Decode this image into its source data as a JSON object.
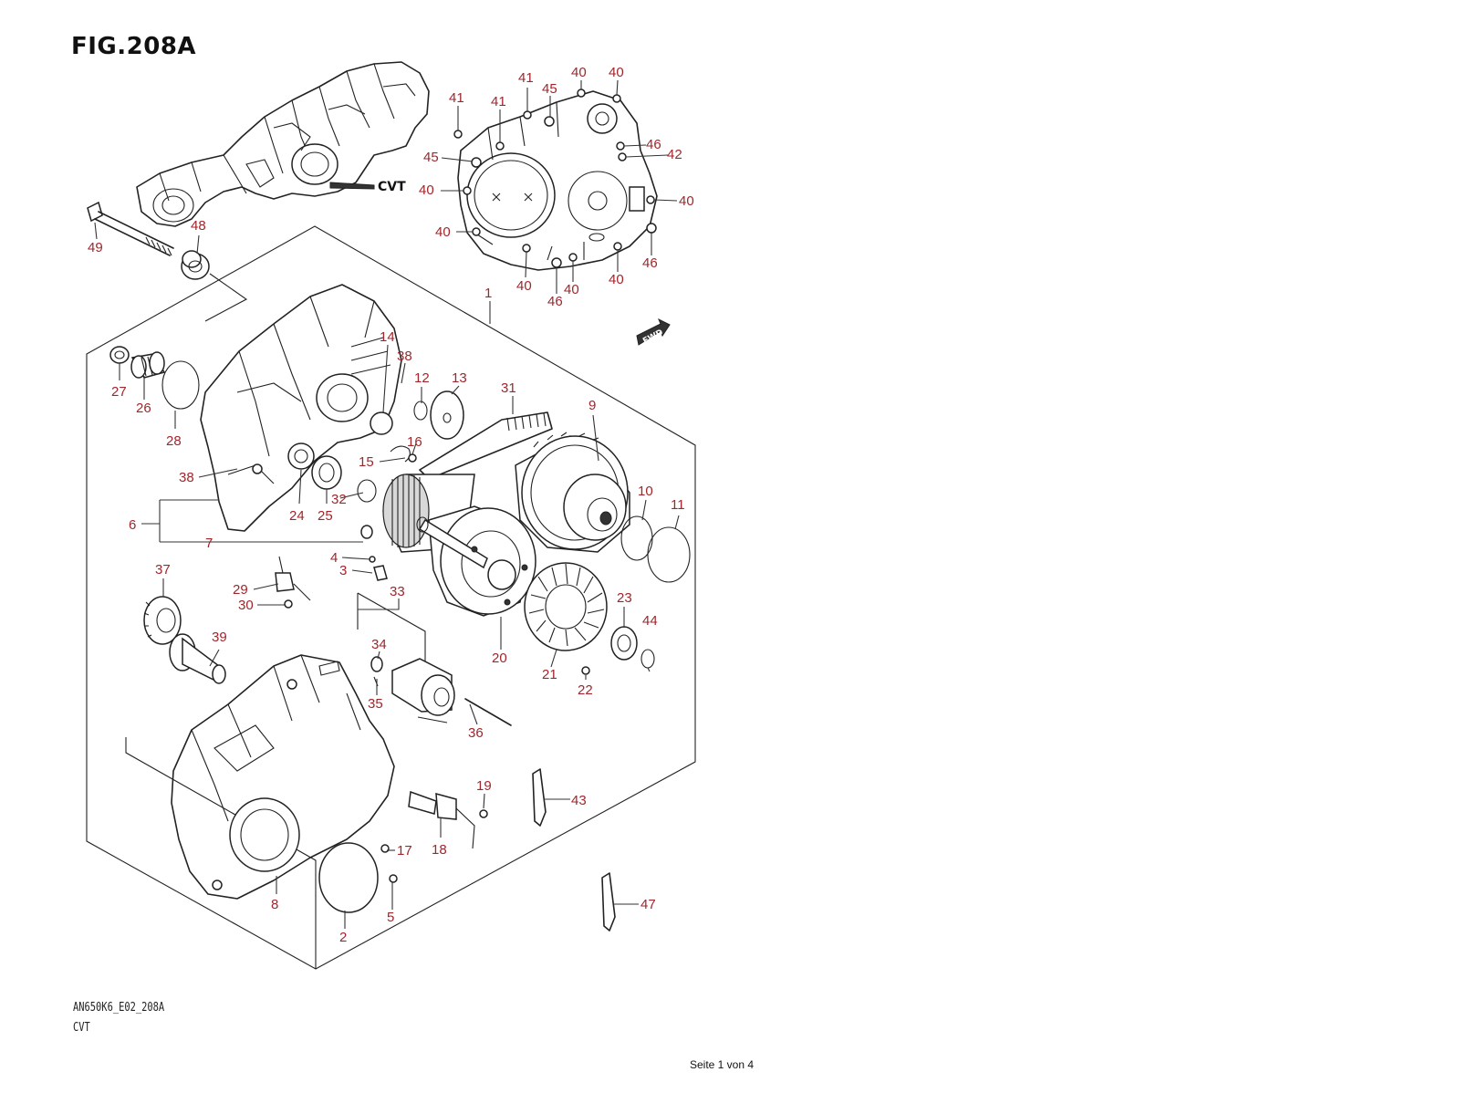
{
  "figure": {
    "title": "FIG.208A"
  },
  "overview": {
    "label": "CVT"
  },
  "fwd_badge": {
    "label": "FWD"
  },
  "callouts": [
    "1",
    "2",
    "3",
    "4",
    "5",
    "6",
    "7",
    "8",
    "9",
    "10",
    "11",
    "12",
    "13",
    "14",
    "15",
    "16",
    "17",
    "18",
    "19",
    "20",
    "21",
    "22",
    "23",
    "24",
    "25",
    "26",
    "27",
    "28",
    "29",
    "30",
    "31",
    "32",
    "33",
    "34",
    "35",
    "36",
    "37",
    "38",
    "39",
    "40",
    "41",
    "42",
    "43",
    "44",
    "45",
    "46",
    "47",
    "48",
    "49"
  ],
  "footer": {
    "model_code": "AN650K6_E02_208A",
    "section": "CVT",
    "page_indicator": "Seite 1 von 4"
  }
}
